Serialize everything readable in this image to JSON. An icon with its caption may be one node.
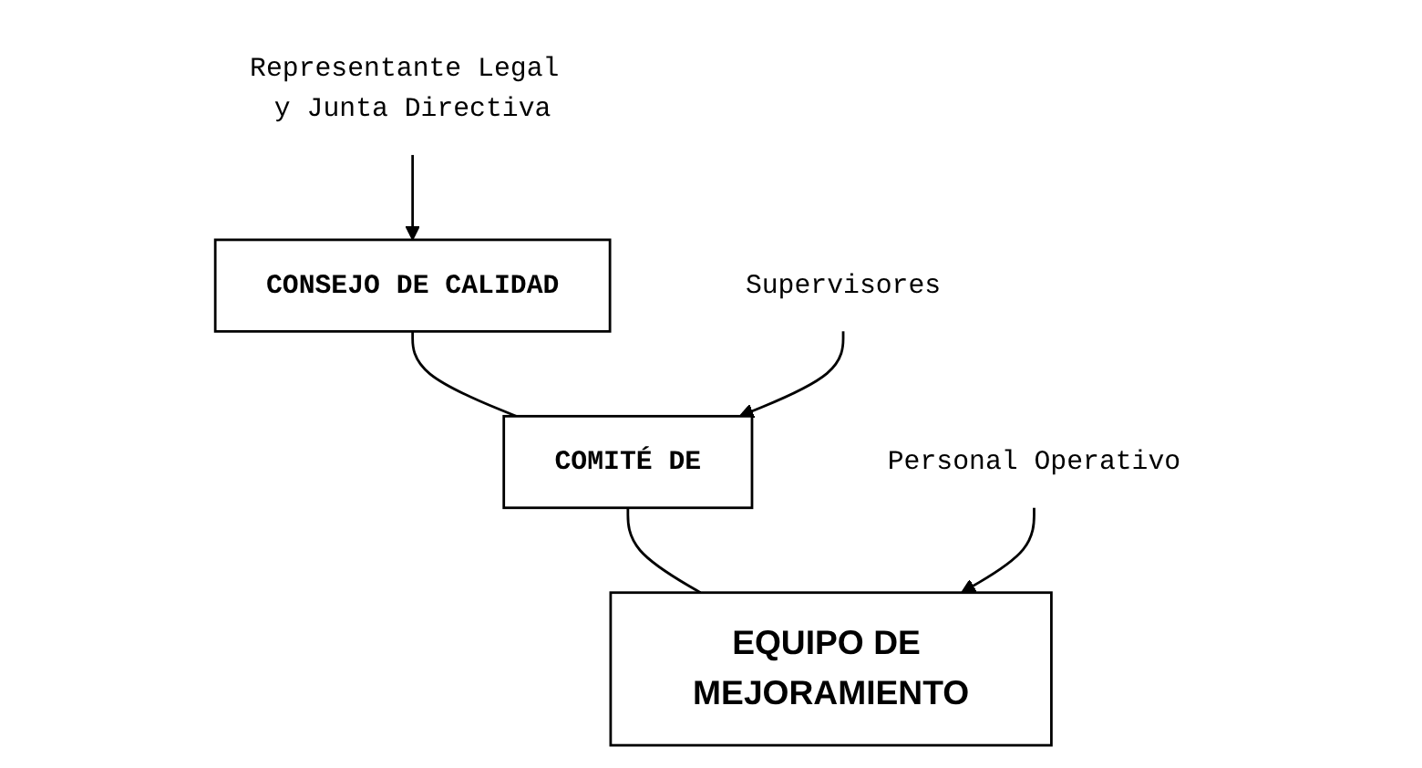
{
  "diagram": {
    "nodes": [
      {
        "text": [
          "CONSEJO DE CALIDAD"
        ]
      },
      {
        "text": [
          "COMITÉ DE"
        ]
      },
      {
        "text": [
          "EQUIPO DE MEJORAMIENTO"
        ]
      },
      {
        "text": [
          "Representante Legal y Junta Directiva"
        ]
      },
      {
        "text": [
          "Supervisores"
        ]
      },
      {
        "text": [
          "Personal Operativo"
        ]
      }
    ],
    "edges": [
      {
        "from": 0,
        "to": 1,
        "arrow": "none"
      },
      {
        "from": 1,
        "to": 2,
        "arrow": "none"
      },
      {
        "from": 3,
        "to": 0,
        "arrow": "to"
      },
      {
        "from": 4,
        "to": 1,
        "arrow": "to"
      },
      {
        "from": 5,
        "to": 2,
        "arrow": "to"
      }
    ]
  }
}
